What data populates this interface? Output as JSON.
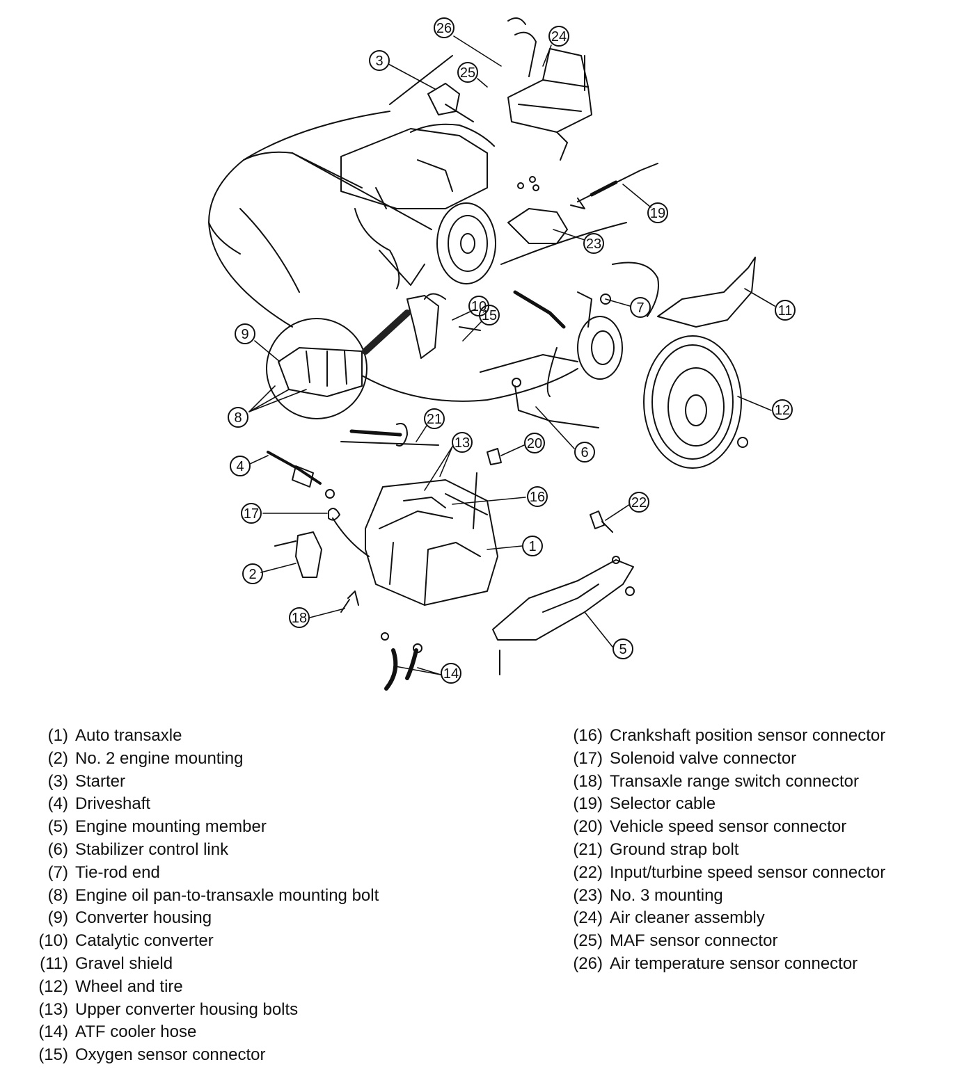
{
  "callouts": [
    "1",
    "2",
    "3",
    "4",
    "5",
    "6",
    "7",
    "8",
    "9",
    "10",
    "11",
    "12",
    "13",
    "14",
    "15",
    "16",
    "17",
    "18",
    "19",
    "20",
    "21",
    "22",
    "23",
    "24",
    "25",
    "26"
  ],
  "legend_left": [
    {
      "num": "(1)",
      "label": "Auto transaxle"
    },
    {
      "num": "(2)",
      "label": "No. 2 engine mounting"
    },
    {
      "num": "(3)",
      "label": "Starter"
    },
    {
      "num": "(4)",
      "label": "Driveshaft"
    },
    {
      "num": "(5)",
      "label": "Engine mounting member"
    },
    {
      "num": "(6)",
      "label": "Stabilizer control link"
    },
    {
      "num": "(7)",
      "label": "Tie-rod end"
    },
    {
      "num": "(8)",
      "label": "Engine oil pan-to-transaxle mounting bolt"
    },
    {
      "num": "(9)",
      "label": "Converter housing"
    },
    {
      "num": "(10)",
      "label": "Catalytic converter"
    },
    {
      "num": "(11)",
      "label": "Gravel shield"
    },
    {
      "num": "(12)",
      "label": "Wheel and tire"
    },
    {
      "num": "(13)",
      "label": "Upper converter housing bolts"
    },
    {
      "num": "(14)",
      "label": "ATF cooler hose"
    },
    {
      "num": "(15)",
      "label": "Oxygen sensor connector"
    }
  ],
  "legend_right": [
    {
      "num": "(16)",
      "label": "Crankshaft position sensor connector"
    },
    {
      "num": "(17)",
      "label": "Solenoid valve connector"
    },
    {
      "num": "(18)",
      "label": "Transaxle range switch connector"
    },
    {
      "num": "(19)",
      "label": "Selector cable"
    },
    {
      "num": "(20)",
      "label": "Vehicle speed sensor connector"
    },
    {
      "num": "(21)",
      "label": "Ground strap bolt"
    },
    {
      "num": "(22)",
      "label": "Input/turbine speed sensor connector"
    },
    {
      "num": "(23)",
      "label": "No. 3 mounting"
    },
    {
      "num": "(24)",
      "label": "Air cleaner assembly"
    },
    {
      "num": "(25)",
      "label": "MAF sensor connector"
    },
    {
      "num": "(26)",
      "label": "Air temperature sensor connector"
    }
  ]
}
